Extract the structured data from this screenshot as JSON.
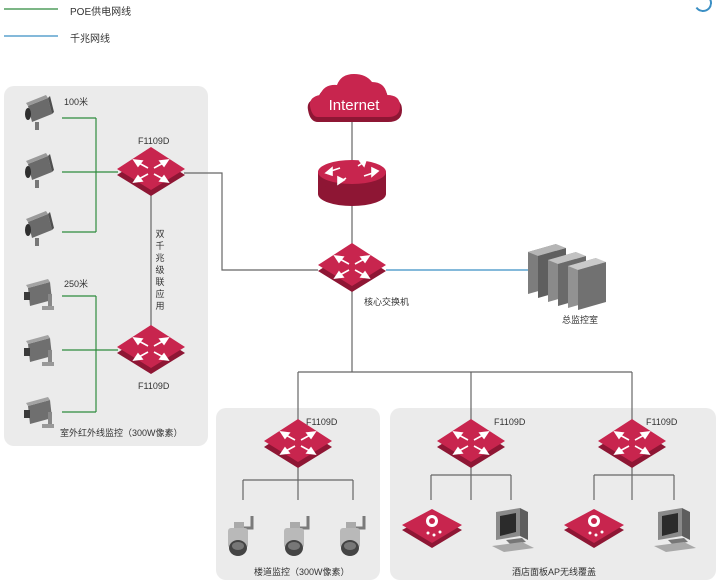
{
  "legend": [
    {
      "label": "POE供电网线",
      "color": "#2e8b3d"
    },
    {
      "label": "千兆网线",
      "color": "#3b8fc4"
    }
  ],
  "colors": {
    "device": "#c8254e",
    "panel": "#ebebeb",
    "line_gray": "#666666"
  },
  "internet_label": "Internet",
  "core_switch_label": "核心交换机",
  "monitor_room_label": "总监控室",
  "switch_model": "F1109D",
  "outdoor": {
    "distance_top": "100米",
    "distance_bottom": "250米",
    "cascade_label": "双千兆级联应用",
    "title": "室外红外线监控（300W像素）"
  },
  "corridor_title": "楼道监控（300W像素）",
  "hotel_title": "酒店面板AP无线覆盖"
}
